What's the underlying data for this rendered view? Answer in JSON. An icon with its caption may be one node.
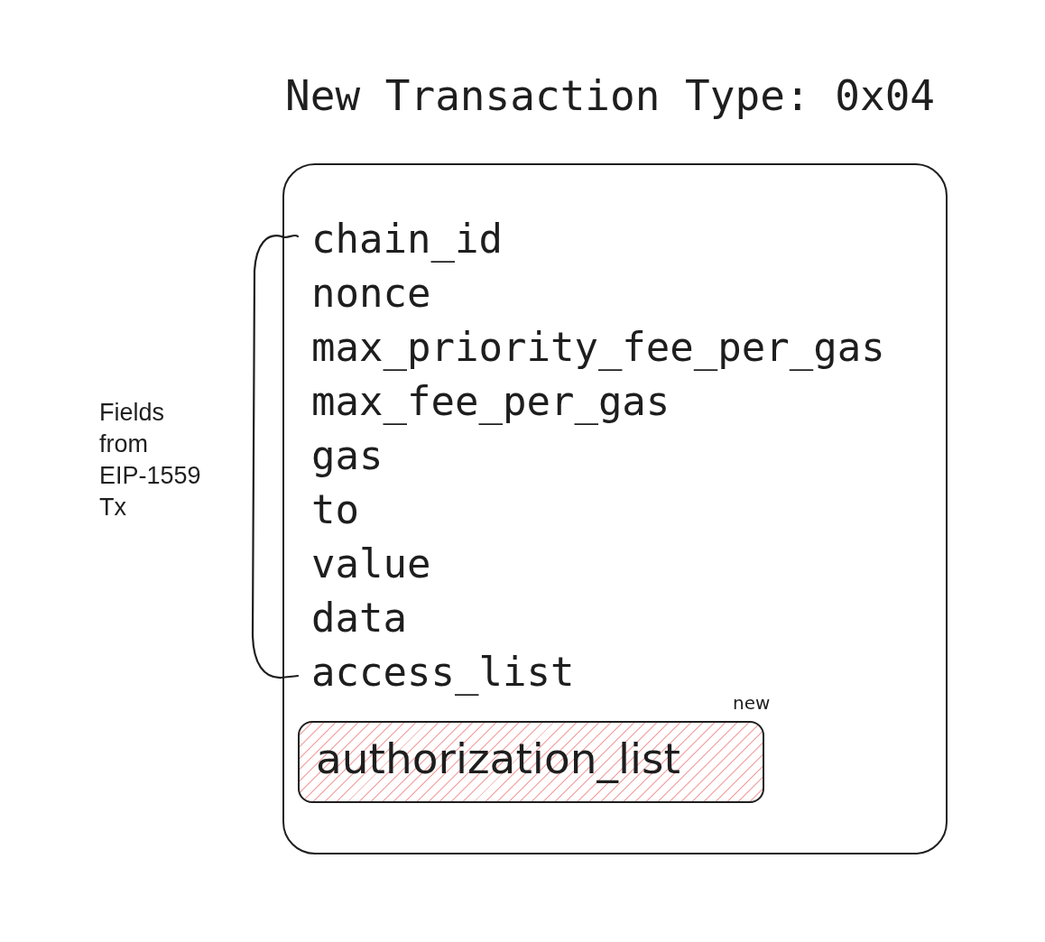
{
  "diagram": {
    "title": "New Transaction Type: 0x04",
    "nodes": [
      {
        "text": [
          "chain_id",
          "nonce",
          "max_priority_fee_per_gas",
          "max_fee_per_gas",
          "gas",
          "to",
          "value",
          "data",
          "access_list"
        ]
      },
      {
        "text": [
          "authorization_list"
        ],
        "in": 0,
        "beside": [
          "new"
        ]
      }
    ],
    "labels": [
      "Fields from EIP-1559 Tx"
    ]
  }
}
